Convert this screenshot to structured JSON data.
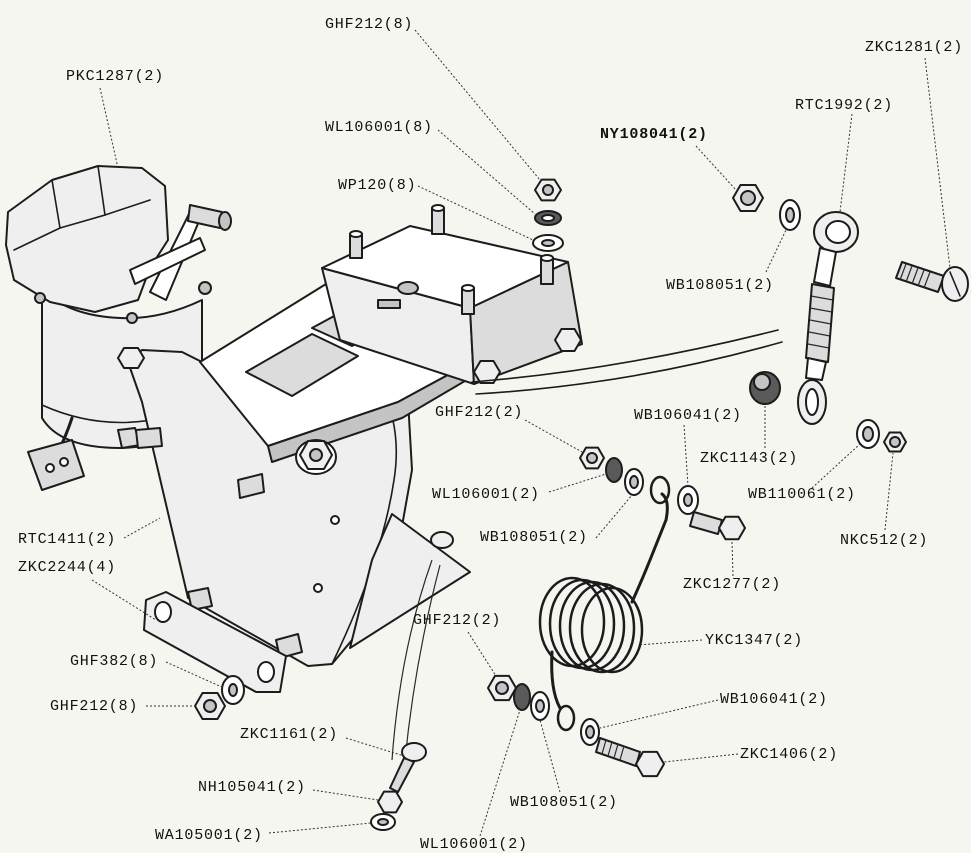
{
  "colors": {
    "ink": "#1c1c1c",
    "paper": "#f6f6f1"
  },
  "callouts": [
    {
      "text": "GHF212(8)"
    },
    {
      "text": "ZKC1281(2)"
    },
    {
      "text": "PKC1287(2)"
    },
    {
      "text": "RTC1992(2)"
    },
    {
      "text": "WL106001(8)"
    },
    {
      "text": "NY108041(2)"
    },
    {
      "text": "WP120(8)"
    },
    {
      "text": "WB108051(2)"
    },
    {
      "text": "GHF212(2)"
    },
    {
      "text": "WB106041(2)"
    },
    {
      "text": "ZKC1143(2)"
    },
    {
      "text": "WL106001(2)"
    },
    {
      "text": "WB110061(2)"
    },
    {
      "text": "WB108051(2)"
    },
    {
      "text": "RTC1411(2)"
    },
    {
      "text": "NKC512(2)"
    },
    {
      "text": "ZKC2244(4)"
    },
    {
      "text": "ZKC1277(2)"
    },
    {
      "text": "GHF212(2)"
    },
    {
      "text": "YKC1347(2)"
    },
    {
      "text": "GHF382(8)"
    },
    {
      "text": "WB106041(2)"
    },
    {
      "text": "GHF212(8)"
    },
    {
      "text": "ZKC1161(2)"
    },
    {
      "text": "ZKC1406(2)"
    },
    {
      "text": "NH105041(2)"
    },
    {
      "text": "WB108051(2)"
    },
    {
      "text": "WA105001(2)"
    },
    {
      "text": "WL106001(2)"
    }
  ]
}
